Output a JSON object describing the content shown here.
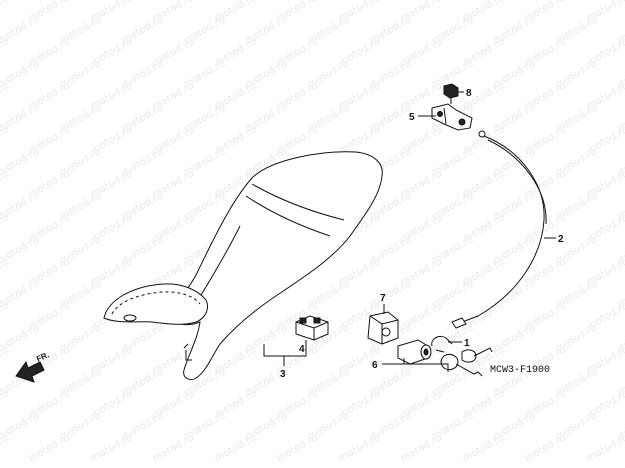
{
  "watermark": {
    "text": "motod.ru"
  },
  "diagram": {
    "code": "MCW3-F1900",
    "front_indicator": "FR."
  },
  "callouts": [
    {
      "id": "1",
      "label": "1"
    },
    {
      "id": "2",
      "label": "2"
    },
    {
      "id": "3",
      "label": "3"
    },
    {
      "id": "4",
      "label": "4"
    },
    {
      "id": "5",
      "label": "5"
    },
    {
      "id": "6",
      "label": "6"
    },
    {
      "id": "7",
      "label": "7"
    },
    {
      "id": "8",
      "label": "8"
    }
  ]
}
